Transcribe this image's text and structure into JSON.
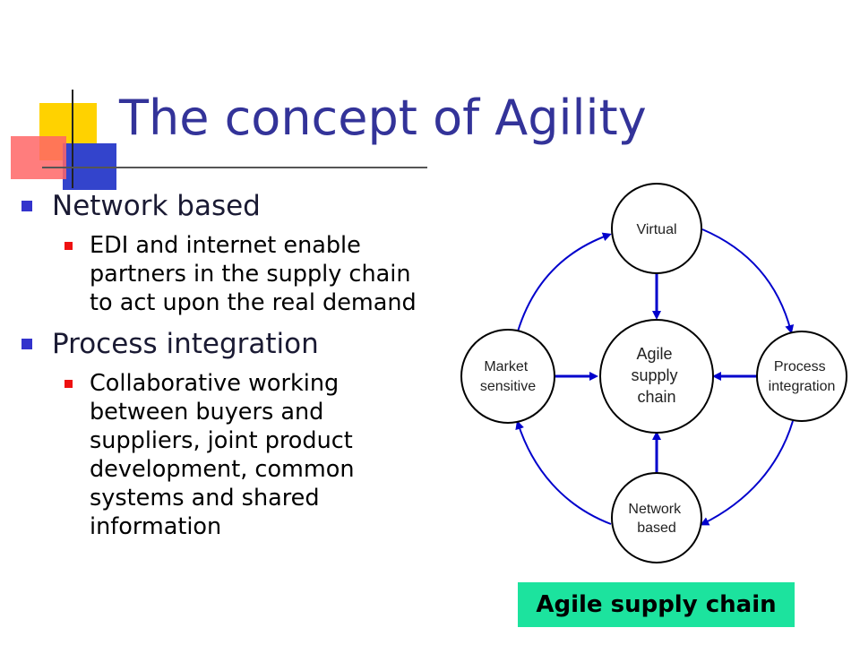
{
  "slide": {
    "title": "The concept of Agility",
    "accent_color": "#333399",
    "bullet_color": "#3333cc",
    "sub_bullet_color": "#ee1111"
  },
  "bullets": [
    {
      "text": "Network based",
      "subs": [
        "EDI and internet enable partners in the supply chain to act upon the real demand"
      ]
    },
    {
      "text": "Process integration",
      "subs": [
        "Collaborative working between buyers and suppliers, joint product development, common systems and shared information"
      ]
    }
  ],
  "diagram": {
    "nodes": {
      "virtual": [
        "Virtual"
      ],
      "market": [
        "Market",
        "sensitive"
      ],
      "center": [
        "Agile",
        "supply",
        "chain"
      ],
      "process": [
        "Process",
        "integration"
      ],
      "network": [
        "Network",
        "based"
      ]
    },
    "arrow_color": "#0000cc",
    "caption": "Agile supply chain",
    "caption_color": "#1ce39e"
  }
}
